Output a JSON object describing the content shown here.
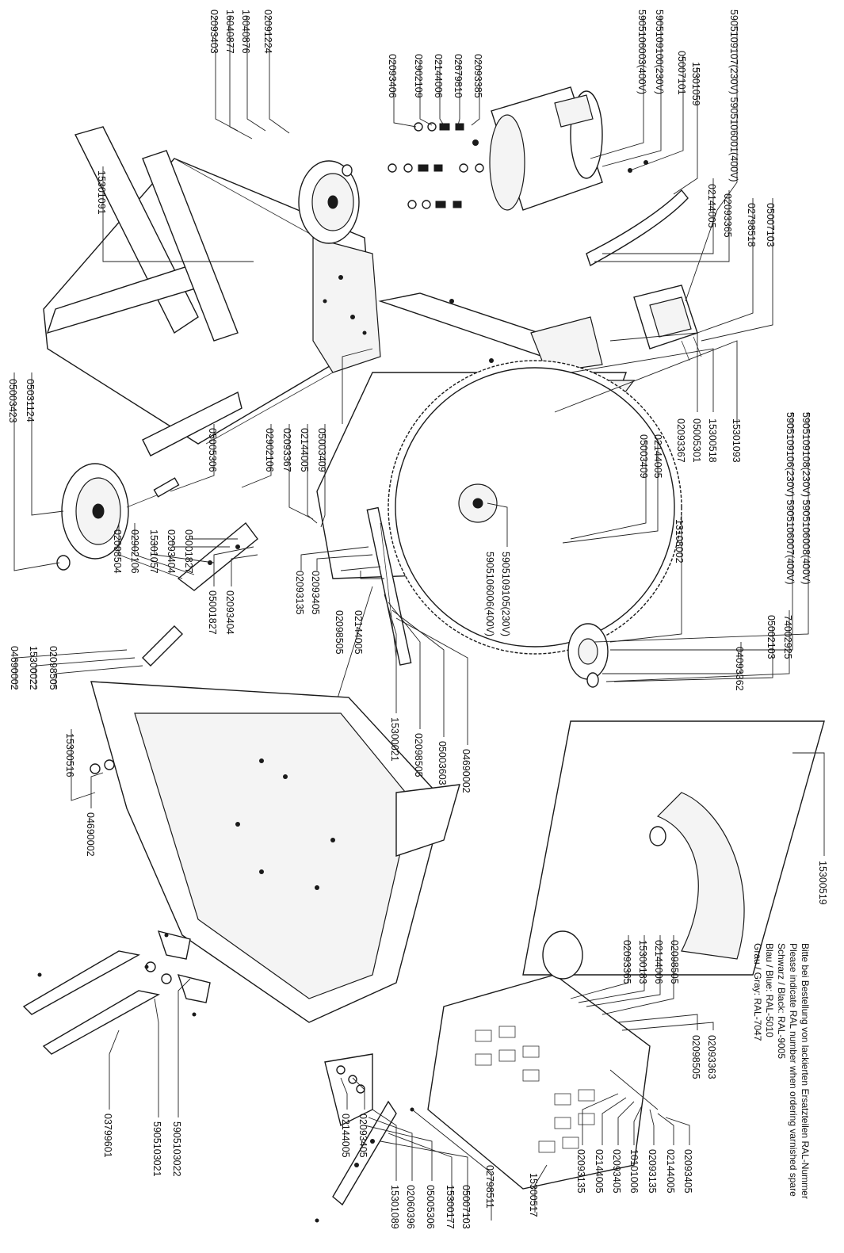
{
  "notes": [
    "Bitte bei Bestellung von lackierten Ersatzteilen RAL-Nummer",
    "Please indicate RAL number when ordering varnished spare",
    "Schwarz / Black: RAL-9005",
    "Blau / Blue:        RAL-5010",
    "Grau / Gray:        RAL-7047"
  ],
  "labels": {
    "L01": "02093403",
    "L02": "16040877",
    "L03": "16040876",
    "L04": "02091224",
    "L05": "02093406",
    "L06": "02902109",
    "L07": "02144006",
    "L08": "02679810",
    "L09": "02093385",
    "L10": "5905106003(400V)",
    "L11": "5905109100(230V)",
    "L12": "05007101",
    "L13": "15301059",
    "L14": "5905109107(230V) 5905106001(400V)",
    "L15": "02144005",
    "L16": "02093365",
    "L17": "02798518",
    "L18": "05007103",
    "L19": "15301091",
    "L20": "05003423",
    "L21": "05031124",
    "L22": "05005306",
    "L23": "02902106",
    "L24": "02093367",
    "L25": "02144005",
    "L26": "05003409",
    "L27": "05005301",
    "L28": "15300518",
    "L29": "02093367",
    "L30": "15301093",
    "L31": "05003409",
    "L32": "02144005",
    "L33": "5905109106(230V) 5905106007(400V)",
    "L34": "5905109108(230V) 5905106008(400V)",
    "L35": "13108002",
    "L36": "5905109105(230V)",
    "L37": "5905106006(400V)",
    "L38": "74002925",
    "L39": "05002103",
    "L40": "04093362",
    "L41": "02098504",
    "L42": "02902106",
    "L43": "15301057",
    "L44": "02093404",
    "L45": "05001827",
    "L46": "05001827",
    "L47": "02093404",
    "L48": "02093135",
    "L49": "02093405",
    "L50": "02098505",
    "L51": "02144005",
    "L52": "04690002",
    "L53": "15300022",
    "L54": "02098505",
    "L55": "15300516",
    "L56": "04690002",
    "L57": "15300021",
    "L58": "02098505",
    "L59": "05003603",
    "L60": "04690002",
    "L61": "15300519",
    "L62": "02093365",
    "L63": "15300183",
    "L64": "02144006",
    "L65": "02098505",
    "L66": "02098505",
    "L67": "02093363",
    "L68": "02093135",
    "L69": "02144005",
    "L70": "02093405",
    "L71": "10101006",
    "L72": "02093135",
    "L73": "02144005",
    "L74": "02093405",
    "L75": "15300517",
    "L76": "03799601",
    "L77": "5905103021",
    "L78": "5905103022",
    "L79": "02144005",
    "L80": "02093405",
    "L81": "15301089",
    "L82": "02060396",
    "L83": "05005306",
    "L84": "15300177",
    "L85": "05007103",
    "L86": "02798511"
  }
}
